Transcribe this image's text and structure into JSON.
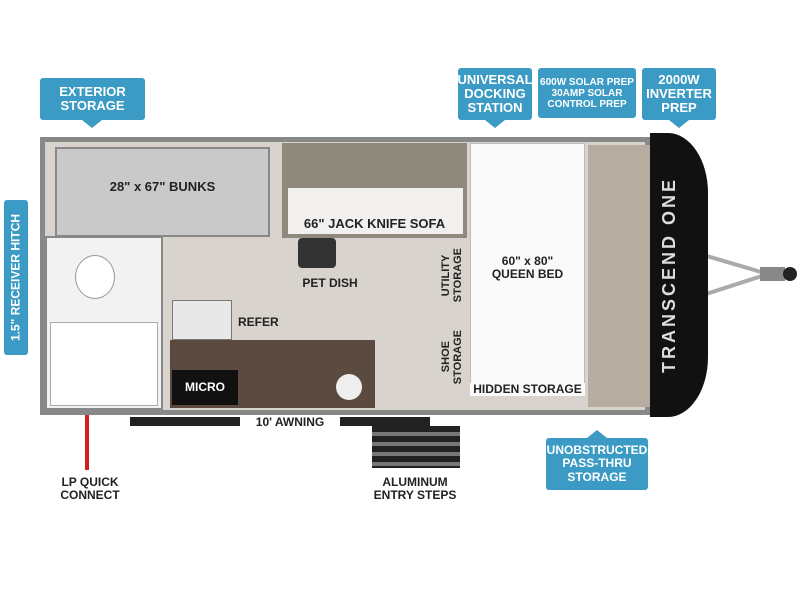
{
  "callouts": {
    "exterior_storage": "EXTERIOR\nSTORAGE",
    "docking": "UNIVERSAL\nDOCKING\nSTATION",
    "solar": "600W SOLAR PREP\n30AMP SOLAR\nCONTROL PREP",
    "inverter": "2000W\nINVERTER\nPREP",
    "pass_thru": "UNOBSTRUCTED\nPASS-THRU\nSTORAGE",
    "hitch": "1.5\" RECEIVER HITCH"
  },
  "labels": {
    "bunks": "28\" x 67\" BUNKS",
    "sofa": "66\" JACK KNIFE SOFA",
    "pet_dish": "PET DISH",
    "utility": "UTILITY\nSTORAGE",
    "bed": "60\" x 80\"\nQUEEN BED",
    "refer": "REFER",
    "shoe": "SHOE\nSTORAGE",
    "micro": "MICRO",
    "hidden": "HIDDEN STORAGE",
    "awning": "10' AWNING",
    "lp": "LP QUICK\nCONNECT",
    "steps": "ALUMINUM\nENTRY STEPS"
  },
  "brand": "TRANSCEND ONE",
  "colors": {
    "callout": "#3b9bc4",
    "floor": "#d9d3cd",
    "cap": "#111111"
  }
}
